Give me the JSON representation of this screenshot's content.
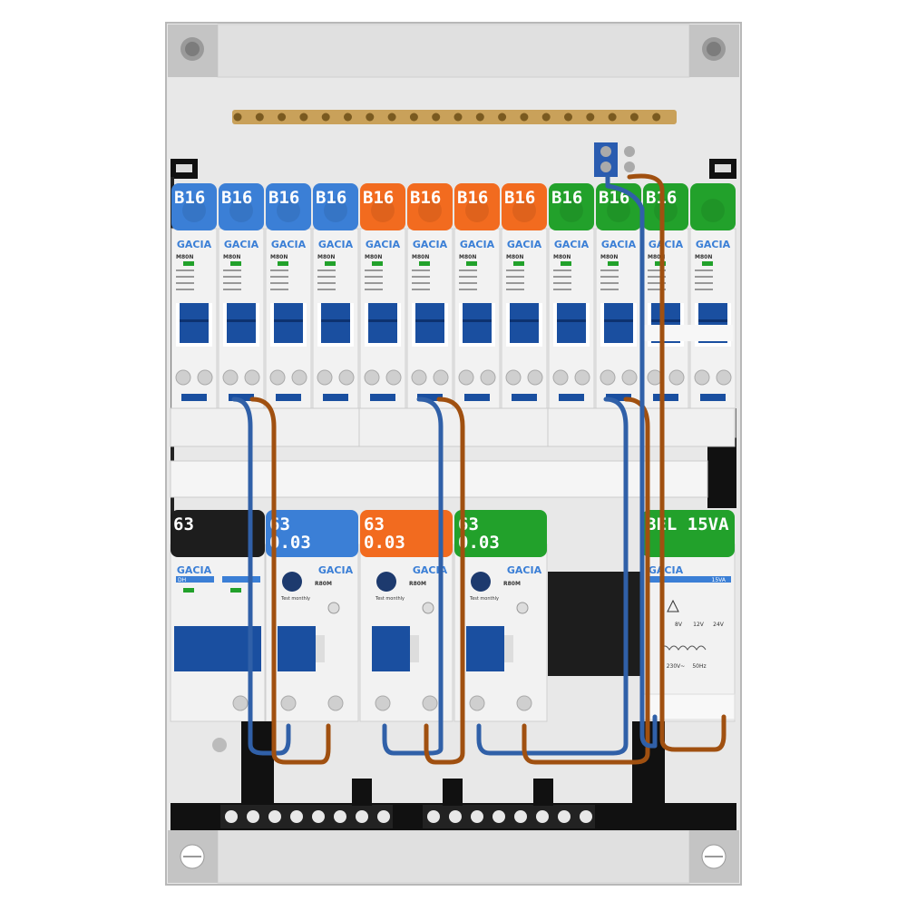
{
  "brand": "GACIA",
  "colors": {
    "blue": "#3b7fd6",
    "orange": "#f26b1f",
    "green": "#22a12b",
    "black": "#1d1d1d",
    "wire_blue": "#3060a8",
    "wire_brown": "#a05010",
    "busbar": "#c9a15a",
    "switch": "#1a4fa0"
  },
  "mcb_row": {
    "model": "M80N",
    "breakers": [
      {
        "label": "B16",
        "color": "blue"
      },
      {
        "label": "B16",
        "color": "blue"
      },
      {
        "label": "B16",
        "color": "blue"
      },
      {
        "label": "B16",
        "color": "blue"
      },
      {
        "label": "B16",
        "color": "orange"
      },
      {
        "label": "B16",
        "color": "orange"
      },
      {
        "label": "B16",
        "color": "orange"
      },
      {
        "label": "B16",
        "color": "orange"
      },
      {
        "label": "B16",
        "color": "green"
      },
      {
        "label": "B16",
        "color": "green"
      },
      {
        "label": "B16",
        "color": "green"
      },
      {
        "label": "",
        "color": "green"
      }
    ]
  },
  "lower_row": {
    "main_switch": {
      "label": "63",
      "model": "DH",
      "color": "black"
    },
    "rcds": [
      {
        "label_top": "63",
        "label_bottom": "0.03",
        "color": "blue",
        "model": "R80M",
        "test": "Test monthly"
      },
      {
        "label_top": "63",
        "label_bottom": "0.03",
        "color": "orange",
        "model": "R80M",
        "test": "Test monthly"
      },
      {
        "label_top": "63",
        "label_bottom": "0.03",
        "color": "green",
        "model": "R80M",
        "test": "Test monthly"
      }
    ],
    "transformer": {
      "label": "BEL 15VA",
      "rating": "15VA",
      "taps": [
        "8V",
        "12V",
        "24V"
      ],
      "primary": "230V~",
      "freq": "50Hz"
    }
  }
}
